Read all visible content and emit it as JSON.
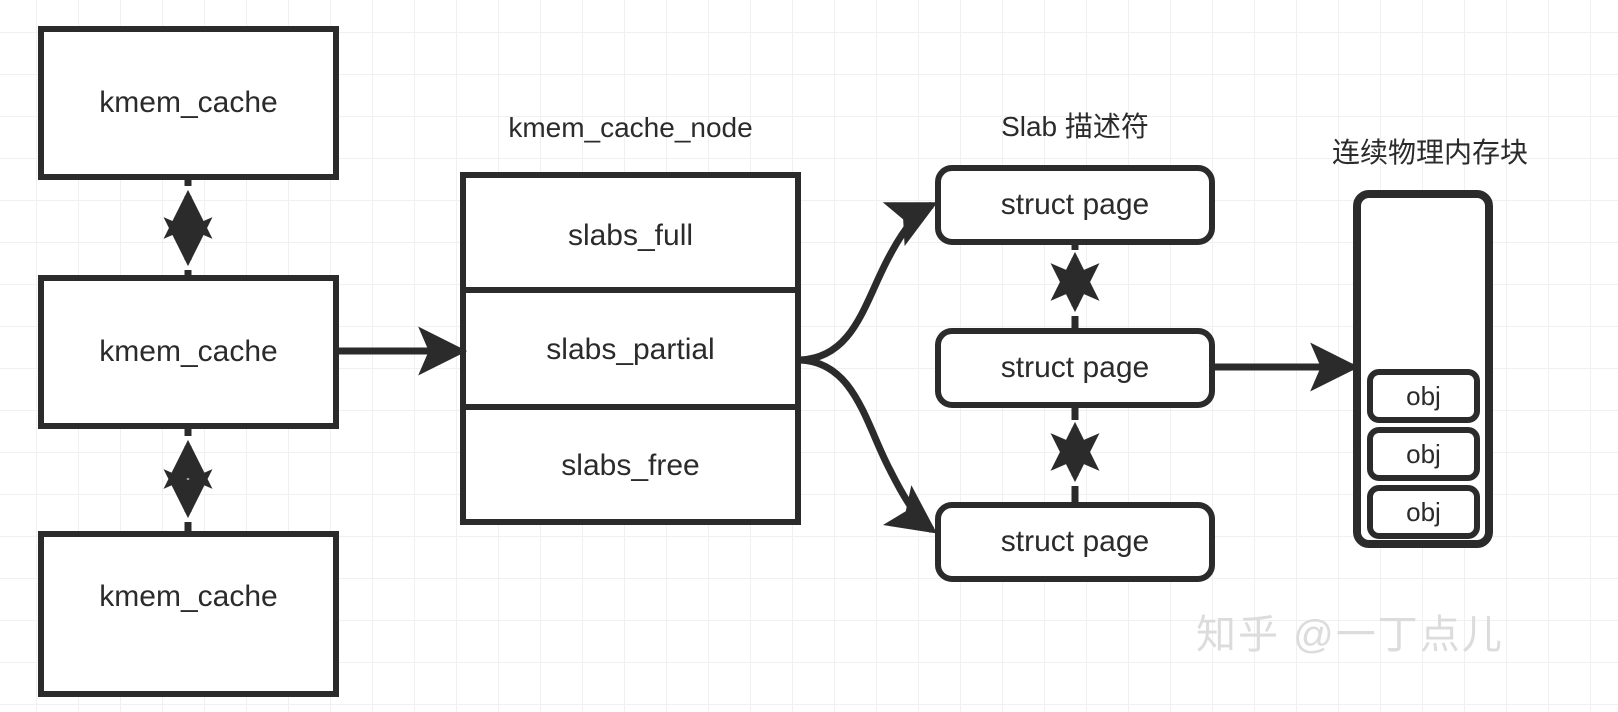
{
  "diagram": {
    "title_internal": "Linux Slab Allocator Structure",
    "stroke_color": "#2b2b2b",
    "fill_color": "#ffffff",
    "grid_color": "#f0f0f0",
    "background": "#ffffff"
  },
  "column_titles": {
    "kmem_cache_node": "kmem_cache_node",
    "slab_descriptor": "Slab 描述符",
    "memory_block": "连续物理内存块"
  },
  "kmem_cache_list": [
    {
      "label": "kmem_cache"
    },
    {
      "label": "kmem_cache"
    },
    {
      "label": "kmem_cache"
    }
  ],
  "kmem_cache_node_fields": [
    {
      "label": "slabs_full"
    },
    {
      "label": "slabs_partial"
    },
    {
      "label": "slabs_free"
    }
  ],
  "struct_pages": [
    {
      "label": "struct page"
    },
    {
      "label": "struct page"
    },
    {
      "label": "struct page"
    }
  ],
  "objects": [
    {
      "label": "obj"
    },
    {
      "label": "obj"
    },
    {
      "label": "obj"
    }
  ],
  "watermark": {
    "text": "知乎 @一丁点儿"
  }
}
